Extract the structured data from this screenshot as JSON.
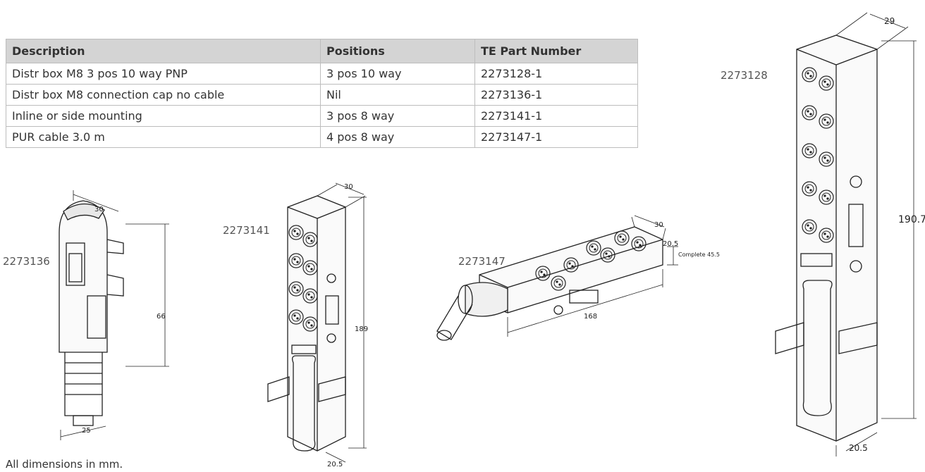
{
  "table": {
    "headers": [
      "Description",
      "Positions",
      "TE Part Number"
    ],
    "rows": [
      [
        "Distr box M8 3 pos 10 way PNP",
        "3 pos 10 way",
        "2273128-1"
      ],
      [
        "Distr box M8 connection cap no cable",
        "Nil",
        "2273136-1"
      ],
      [
        "Inline or side mounting",
        "3 pos 8 way",
        "2273141-1"
      ],
      [
        "PUR cable 3.0 m",
        "4 pos 8 way",
        "2273147-1"
      ]
    ]
  },
  "drawings": {
    "cap": {
      "label": "2273136",
      "dims": [
        "30",
        "66",
        "25"
      ]
    },
    "box8_vertical": {
      "label": "2273141",
      "dims": [
        "30",
        "189",
        "20.5"
      ]
    },
    "box8_cable": {
      "label": "2273147",
      "dims": [
        "30",
        "20.5",
        "Complete 45.5",
        "168"
      ]
    },
    "box10": {
      "label": "2273128",
      "dims": [
        "29",
        "190.7",
        "20.5"
      ]
    }
  },
  "footnote": "All dimensions in mm."
}
